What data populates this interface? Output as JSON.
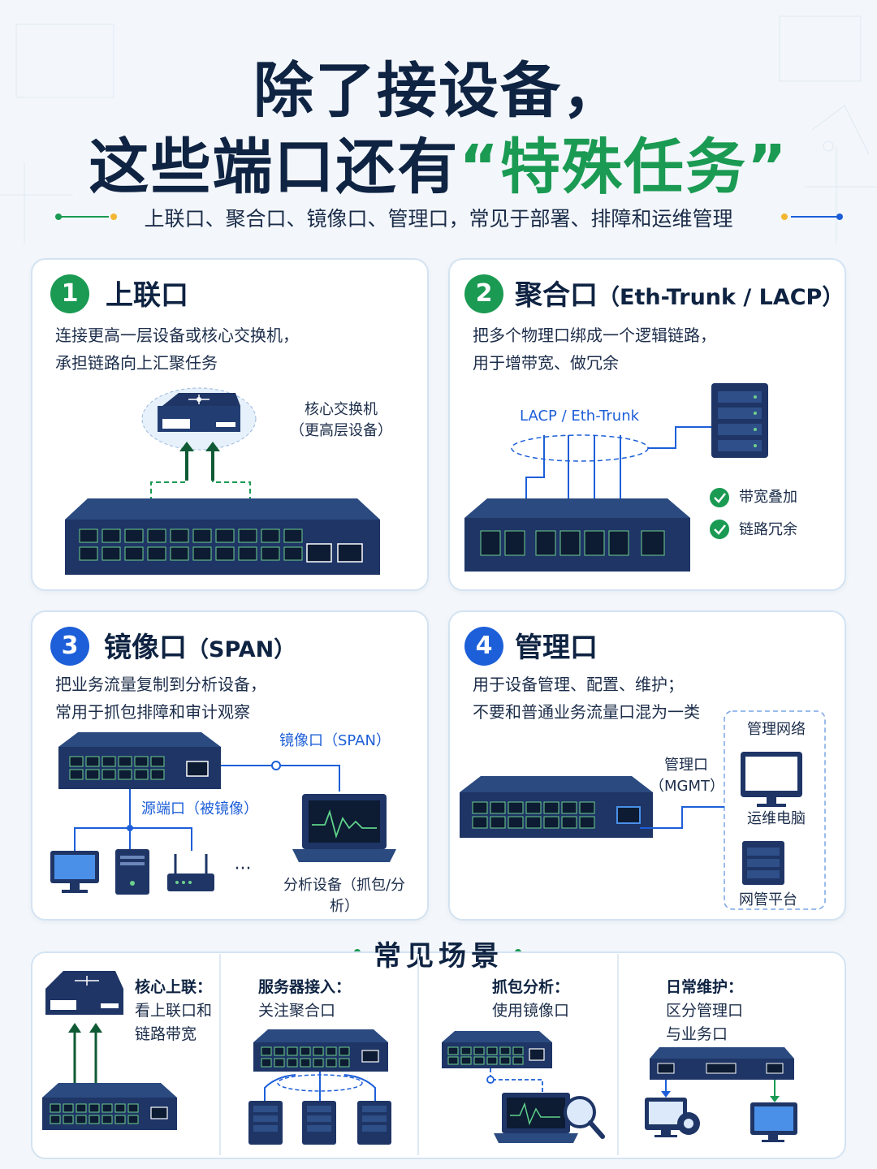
{
  "header": {
    "title_line1": "除了接设备，",
    "title_line2_prefix": "这些端口还有",
    "title_line2_highlight": "“特殊任务”",
    "subtitle": "上联口、聚合口、镜像口、管理口，常见于部署、排障和运维管理"
  },
  "colors": {
    "navy": "#1e3566",
    "green": "#1a9a52",
    "blue": "#1d5fd8"
  },
  "cards": [
    {
      "number": "1",
      "title": "上联口",
      "title_suffix": "",
      "desc_line1": "连接更高一层设备或核心交换机，",
      "desc_line2": "承担链路向上汇聚任务",
      "labels": {
        "core_line1": "核心交换机",
        "core_line2": "（更高层设备）"
      }
    },
    {
      "number": "2",
      "title": "聚合口",
      "title_suffix": "（Eth-Trunk / LACP）",
      "desc_line1": "把多个物理口绑成一个逻辑链路，",
      "desc_line2": "用于增带宽、做冗余",
      "labels": {
        "lacp": "LACP / Eth-Trunk",
        "check1": "带宽叠加",
        "check2": "链路冗余"
      }
    },
    {
      "number": "3",
      "title": "镜像口",
      "title_suffix": "（SPAN）",
      "desc_line1": "把业务流量复制到分析设备，",
      "desc_line2": "常用于抓包排障和审计观察",
      "labels": {
        "span": "镜像口（SPAN）",
        "source": "源端口（被镜像）",
        "analyzer": "分析设备（抓包/分析）",
        "ellipsis": "···"
      }
    },
    {
      "number": "4",
      "title": "管理口",
      "title_suffix": "",
      "desc_line1": "用于设备管理、配置、维护；",
      "desc_line2": "不要和普通业务流量口混为一类",
      "labels": {
        "mgmt_line1": "管理口",
        "mgmt_line2": "（MGMT）",
        "network": "管理网络",
        "pc": "运维电脑",
        "platform": "网管平台"
      }
    }
  ],
  "scenarios": {
    "heading": "常见场景",
    "items": [
      {
        "title": "核心上联：",
        "line1": "看上联口和",
        "line2": "链路带宽"
      },
      {
        "title": "服务器接入：",
        "line1": "关注聚合口",
        "line2": ""
      },
      {
        "title": "抓包分析：",
        "line1": "使用镜像口",
        "line2": ""
      },
      {
        "title": "日常维护：",
        "line1": "区分管理口",
        "line2": "与业务口"
      }
    ]
  }
}
